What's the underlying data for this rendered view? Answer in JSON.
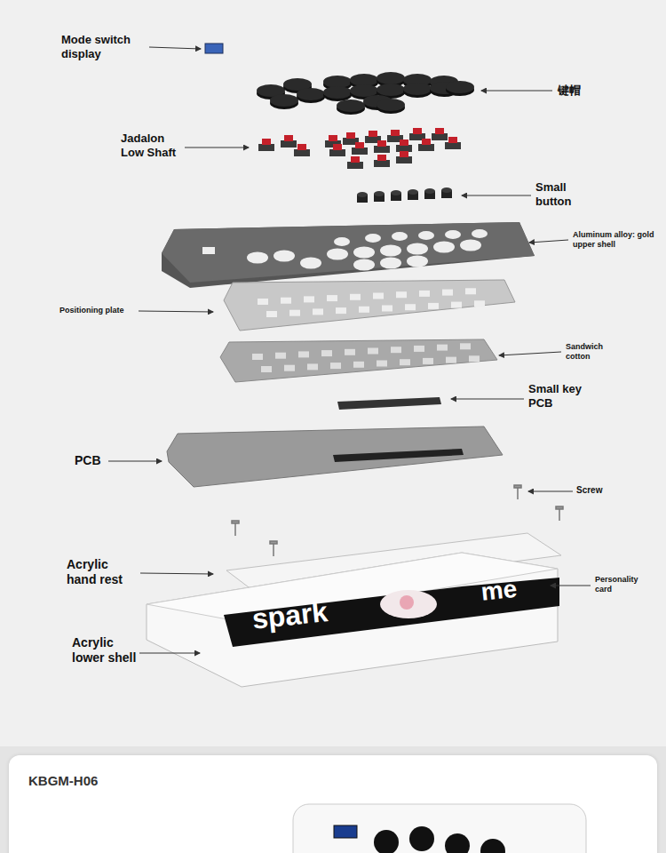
{
  "diagram": {
    "nodes": [
      {
        "text": [
          "KBGM-H06"
        ]
      }
    ],
    "labels": [
      "Mode switch display",
      "键帽",
      "Jadalon Low Shaft",
      "Small button",
      "Aluminum alloy: gold upper shell",
      "Positioning plate",
      "Sandwich cotton",
      "Small key PCB",
      "PCB",
      "Screw",
      "Acrylic hand rest",
      "Personality card",
      "Acrylic lower shell",
      "spark",
      "me"
    ]
  }
}
